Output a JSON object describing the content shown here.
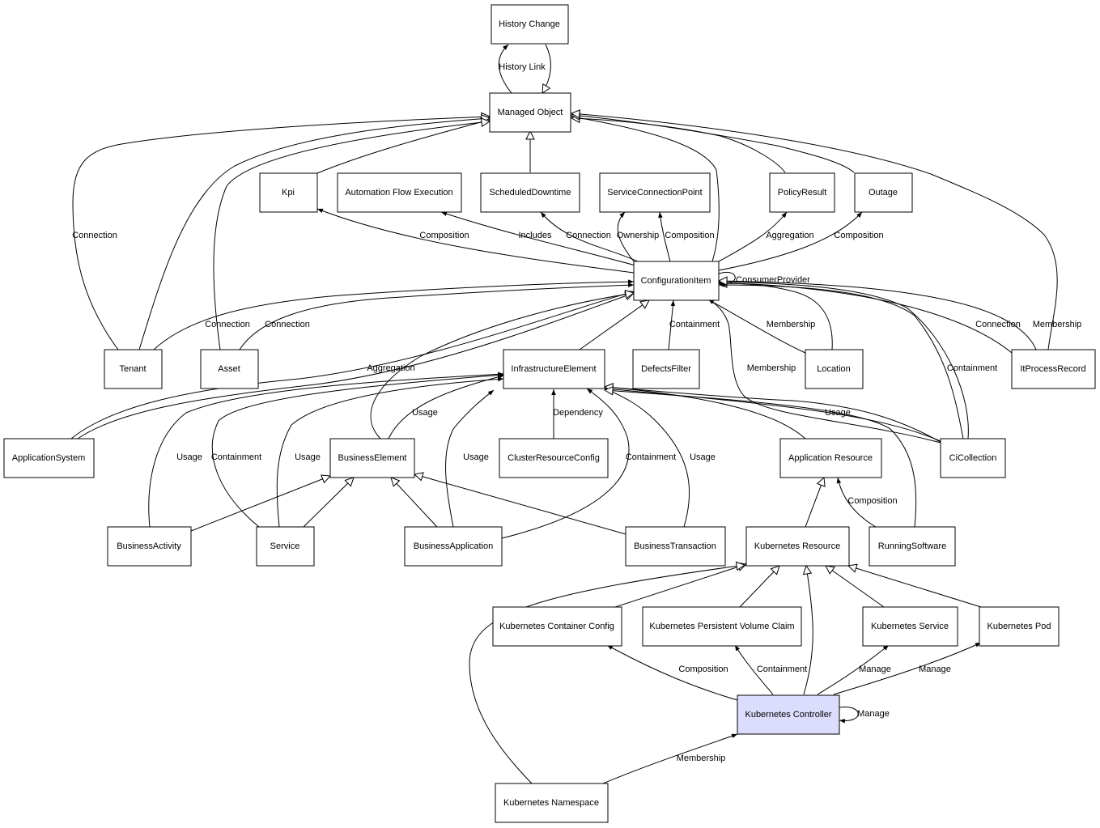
{
  "colors": {
    "highlight_fill": "#dcdcfc",
    "stroke": "#000000"
  },
  "nodes": {
    "history_change": "History Change",
    "managed_object": "Managed Object",
    "kpi": "Kpi",
    "automation_flow_execution": "Automation Flow Execution",
    "scheduled_downtime": "ScheduledDowntime",
    "service_connection_point": "ServiceConnectionPoint",
    "policy_result": "PolicyResult",
    "outage": "Outage",
    "configuration_item": "ConfigurationItem",
    "tenant": "Tenant",
    "asset": "Asset",
    "infrastructure_element": "InfrastructureElement",
    "defects_filter": "DefectsFilter",
    "location": "Location",
    "it_process_record": "ItProcessRecord",
    "application_system": "ApplicationSystem",
    "business_element": "BusinessElement",
    "cluster_resource_config": "ClusterResourceConfig",
    "application_resource": "Application Resource",
    "ci_collection": "CiCollection",
    "business_activity": "BusinessActivity",
    "service": "Service",
    "business_application": "BusinessApplication",
    "business_transaction": "BusinessTransaction",
    "kubernetes_resource": "Kubernetes Resource",
    "running_software": "RunningSoftware",
    "kubernetes_container_config": "Kubernetes Container Config",
    "kubernetes_pvc": "Kubernetes Persistent Volume Claim",
    "kubernetes_service": "Kubernetes Service",
    "kubernetes_pod": "Kubernetes Pod",
    "kubernetes_controller": "Kubernetes Controller",
    "kubernetes_namespace": "Kubernetes Namespace"
  },
  "edge_labels": {
    "history_link": "History Link",
    "tenant_mo_connection": "Connection",
    "ci_kpi_composition": "Composition",
    "ci_afe_includes": "Includes",
    "ci_sd_connection": "Connection",
    "ci_scp_ownership": "Ownership",
    "ci_scp_composition": "Composition",
    "ci_pr_aggregation": "Aggregation",
    "ci_outage_composition": "Composition",
    "ci_consumer_provider": "ConsumerProvider",
    "tenant_ci_connection": "Connection",
    "asset_ci_connection": "Connection",
    "defects_containment": "Containment",
    "location_membership": "Membership",
    "collection_membership": "Membership",
    "collection_containment": "Containment",
    "itpr_connection": "Connection",
    "itpr_membership": "Membership",
    "appsys_aggregation": "Aggregation",
    "be_usage": "Usage",
    "cluster_dependency": "Dependency",
    "collection_usage": "Usage",
    "activity_usage": "Usage",
    "service_containment": "Containment",
    "service_usage": "Usage",
    "bapp_usage": "Usage",
    "bapp_containment": "Containment",
    "btx_usage": "Usage",
    "rs_composition": "Composition",
    "kc_composition": "Composition",
    "kc_containment": "Containment",
    "kc_manage_service": "Manage",
    "kc_manage_pod": "Manage",
    "kc_manage_self": "Manage",
    "ns_membership": "Membership"
  }
}
